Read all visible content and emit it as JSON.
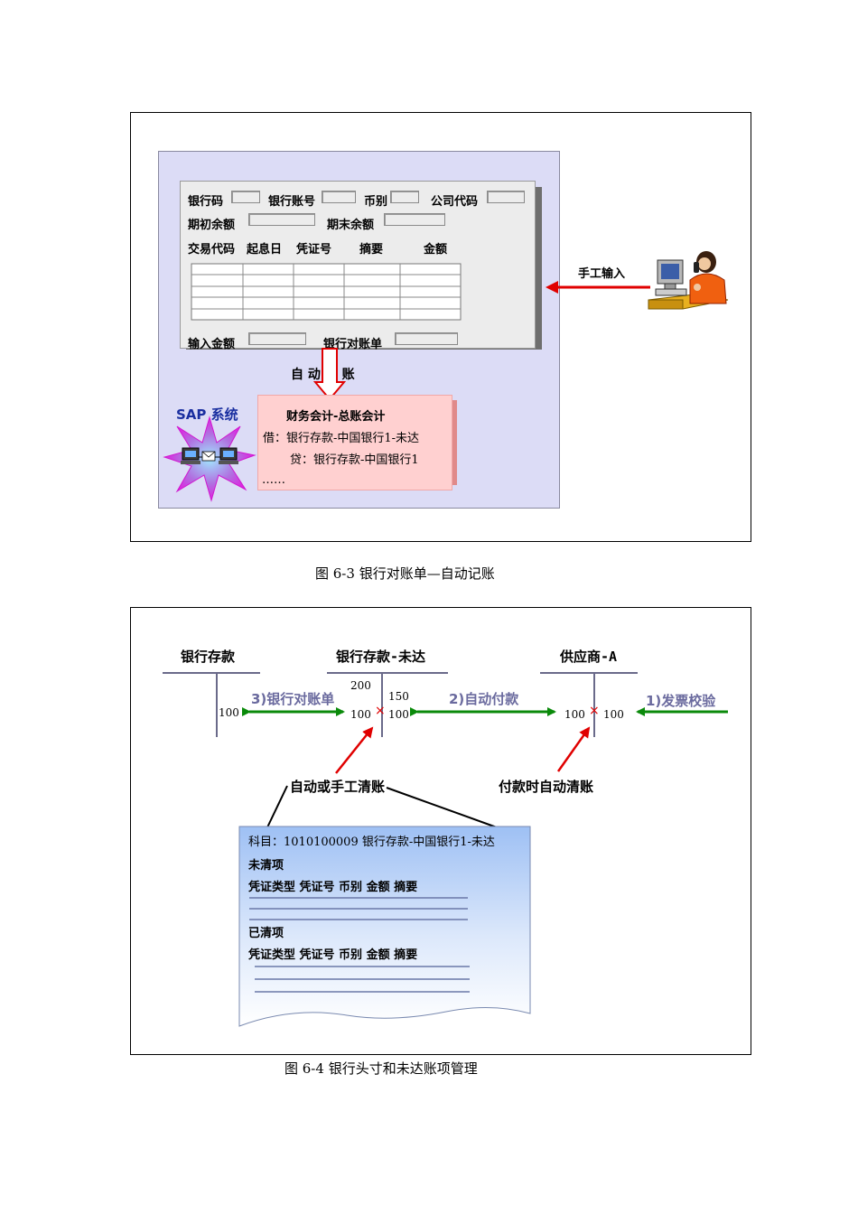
{
  "fig1": {
    "form": {
      "bank_code_label": "银行码",
      "bank_account_label": "银行账号",
      "currency_label": "币别",
      "company_code_label": "公司代码",
      "opening_balance_label": "期初余额",
      "closing_balance_label": "期末余额",
      "columns": [
        "交易代码",
        "起息日",
        "凭证号",
        "摘要",
        "金额"
      ],
      "input_amount_label": "输入金额",
      "bank_statement_label": "银行对账单"
    },
    "auto_post_label": "自 动 过 账",
    "manual_input_label": "手工输入",
    "sap_label": "SAP 系统",
    "gl_box": {
      "title": "财务会计-总账会计",
      "debit": "借：银行存款-中国银行1-未达",
      "credit": "贷：银行存款-中国银行1",
      "ellipsis": "……"
    },
    "caption": "图 6-3 银行对账单—自动记账"
  },
  "fig2": {
    "accounts": {
      "bank": "银行存款",
      "bank_pending": "银行存款-未达",
      "vendor": "供应商-A"
    },
    "values": {
      "bank_credit": "100",
      "pending_debit_top": "200",
      "pending_debit": "100",
      "pending_credit_top": "150",
      "pending_credit": "100",
      "vendor_debit": "100",
      "vendor_credit": "100",
      "clear_mark": "×"
    },
    "flows": {
      "statement": "3)银行对账单",
      "auto_pay": "2)自动付款",
      "invoice_verify": "1)发票校验"
    },
    "notes": {
      "auto_or_manual_clear": "自动或手工清账",
      "auto_clear_on_pay": "付款时自动清账"
    },
    "doc": {
      "account_line": "科目：1010100009 银行存款-中国银行1-未达",
      "open_items": "未清项",
      "open_headers": "凭证类型  凭证号  币别  金额   摘要",
      "cleared_items": "已清项",
      "cleared_headers": "凭证类型  凭证号  币别  金额   摘要"
    },
    "caption": "图 6-4 银行头寸和未达账项管理"
  },
  "colors": {
    "panel_bg": "#dcdcf6",
    "form_bg": "#ececec",
    "gl_box_bg": "#ffd0d0",
    "red_arrow": "#e00000",
    "green_arrow": "#0a8a0a",
    "flow_text": "#6a6a9e",
    "sap_text": "#1a2fa0"
  }
}
